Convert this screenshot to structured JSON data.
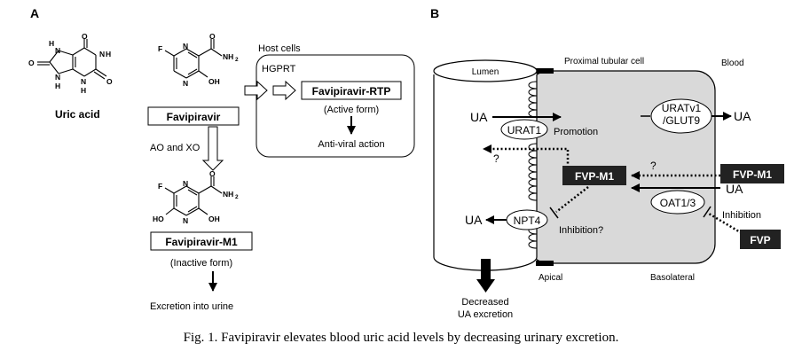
{
  "panel_a": {
    "label": "A",
    "uric_acid": {
      "name": "Uric acid",
      "atoms": {
        "o_top": "O",
        "o_left": "O",
        "o_right": "O",
        "nh_left_top": "H",
        "n_left_top": "N",
        "n_right_top": "N",
        "nh_right_top": "H",
        "n_left_bot": "N",
        "n_right_bot": "N",
        "h_left_bot": "H",
        "h_right_bot": "H"
      }
    },
    "favipiravir": {
      "name": "Favipiravir",
      "atoms": {
        "f": "F",
        "n_top": "N",
        "n_bot": "N",
        "o": "O",
        "nh2": "NH",
        "nh2_sub": "2",
        "oh": "OH"
      }
    },
    "metabolism_label": "AO and XO",
    "favipiravir_m1": {
      "name": "Favipiravir-M1",
      "form": "(Inactive form)",
      "atoms": {
        "f": "F",
        "n_top": "N",
        "n_bot": "N",
        "o": "O",
        "nh2": "NH",
        "nh2_sub": "2",
        "ho": "HO",
        "oh": "OH"
      }
    },
    "excretion_label": "Excretion into urine",
    "host_cells": {
      "title": "Host cells",
      "hgprt": "HGPRT",
      "rtp": "Favipiravir-RTP",
      "rtp_form": "(Active form)",
      "antiviral": "Anti-viral action"
    }
  },
  "panel_b": {
    "label": "B",
    "lumen": "Lumen",
    "proximal_tubular_cell": "Proximal tubular cell",
    "blood": "Blood",
    "apical": "Apical",
    "basolateral": "Basolateral",
    "ua_left_top": "UA",
    "urat1": "URAT1",
    "promotion": "Promotion",
    "question_left": "?",
    "fvp_m1_center": "FVP-M1",
    "question_right": "?",
    "fvp_m1_right": "FVP-M1",
    "urat_v1_line1": "URATv1",
    "urat_v1_line2": "/GLUT9",
    "ua_right_top": "UA",
    "ua_oat": "UA",
    "oat13": "OAT1/3",
    "inhibition": "Inhibition",
    "fvp": "FVP",
    "ua_left_bottom": "UA",
    "npt4": "NPT4",
    "inhibition_q": "Inhibition?",
    "decreased_line1": "Decreased",
    "decreased_line2": "UA excretion"
  },
  "caption": "Fig. 1.  Favipiravir elevates blood uric acid levels by decreasing urinary excretion."
}
